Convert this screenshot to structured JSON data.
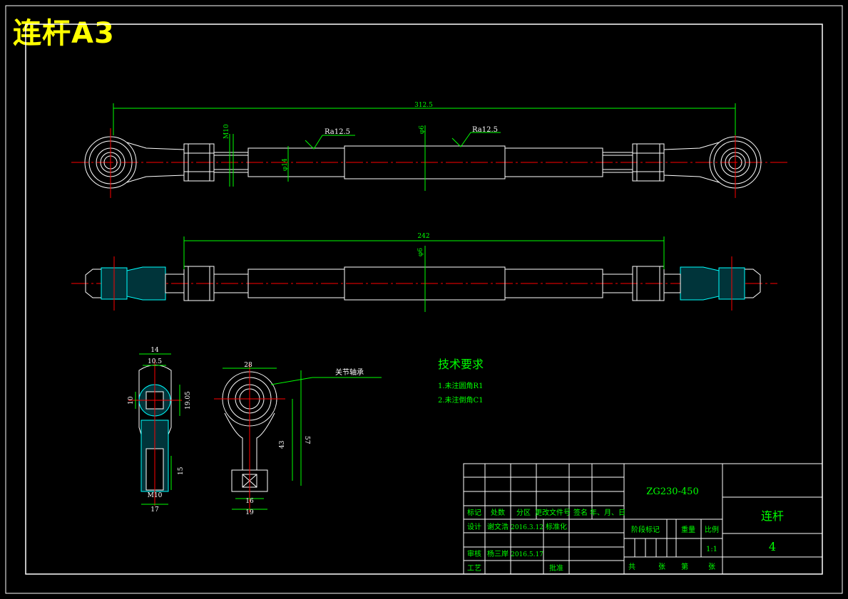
{
  "sheet_title": "连杆A3",
  "dimensions": {
    "overall_length_top": "312.5",
    "overall_length_side": "242",
    "thread_top": "M10",
    "rod_dia": "φ14",
    "rod_dia2": "φ6",
    "rod_dia3": "φ6",
    "roughness_1": "Ra12.5",
    "roughness_2": "Ra12.5",
    "end_width": "14",
    "end_width_inner": "10.5",
    "ball_dia": "10",
    "ball_outer": "19.05",
    "thread_depth": "15",
    "thread_end": "M10",
    "end_base": "17",
    "eye_width": "28",
    "eye_height": "57",
    "eye_center": "43",
    "shank_inner": "16",
    "shank_outer": "19"
  },
  "bearing_label": "关节轴承",
  "tech_req": {
    "title": "技术要求",
    "line1": "1.未注圆角R1",
    "line2": "2.未注倒角C1"
  },
  "title_block": {
    "material": "ZG230-450",
    "part_name": "连杆",
    "drawing_no": "4",
    "header": [
      "标记",
      "处数",
      "分区",
      "更改文件号",
      "签名",
      "年、月、日"
    ],
    "design_label": "设计",
    "designer": "谢文浩",
    "design_date": "2016.3.12",
    "standardize_label": "标准化",
    "review_label": "审核",
    "reviewer": "杨三岸",
    "review_date": "2016.5.17",
    "process_label": "工艺",
    "approve_label": "批准",
    "stage_label": "阶段标记",
    "weight_label": "重量",
    "scale_label": "比例",
    "scale_value": "1:1",
    "sheets_total_label": "共",
    "sheets_unit": "张",
    "sheet_no_label": "第",
    "sheet_unit2": "张"
  },
  "colors": {
    "outline": "#ffffff",
    "dimension": "#00ff00",
    "centerline": "#ff0000",
    "hatch": "#00ffff",
    "title": "#ffff00"
  }
}
